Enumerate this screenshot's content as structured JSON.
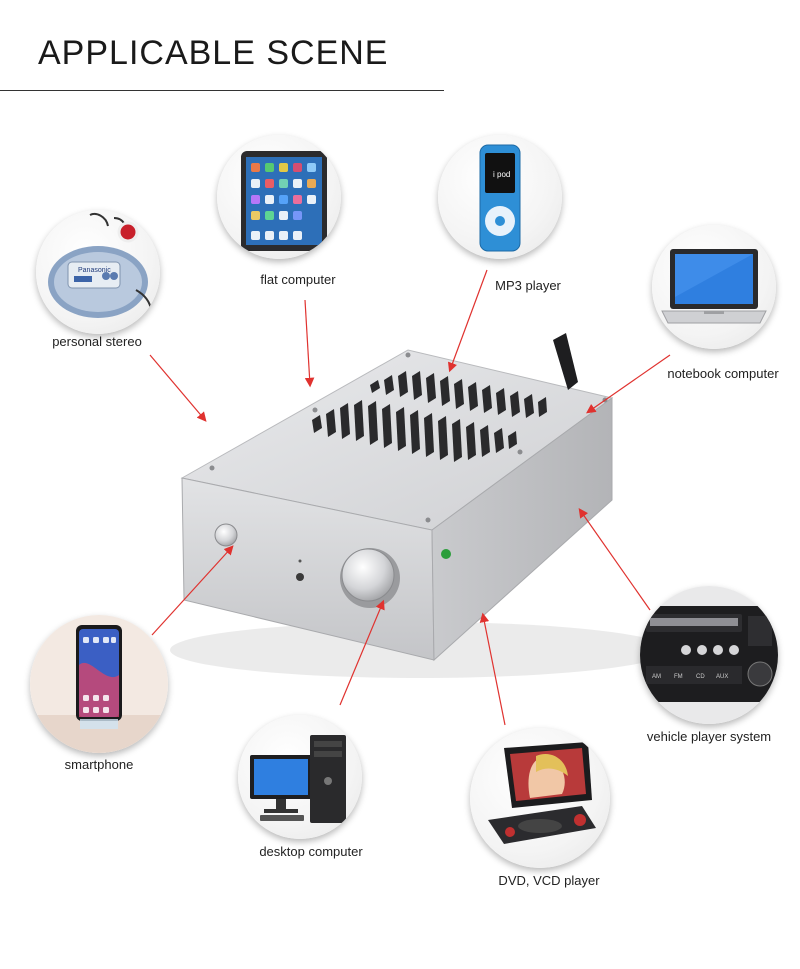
{
  "page": {
    "title": "APPLICABLE SCENE"
  },
  "devices": {
    "personal_stereo": {
      "label": "personal stereo",
      "brand": "Panasonic",
      "icon": "cd-player-icon"
    },
    "flat_computer": {
      "label": "flat computer",
      "icon": "tablet-icon"
    },
    "mp3_player": {
      "label": "MP3 player",
      "screen_text": "i pod",
      "icon": "ipod-icon"
    },
    "notebook_computer": {
      "label": "notebook computer",
      "icon": "laptop-icon"
    },
    "smartphone": {
      "label": "smartphone",
      "icon": "smartphone-icon"
    },
    "desktop_computer": {
      "label": "desktop computer",
      "icon": "desktop-computer-icon"
    },
    "dvd_vcd_player": {
      "label": "DVD, VCD player",
      "icon": "portable-dvd-icon"
    },
    "vehicle_player_system": {
      "label": "vehicle player system",
      "buttons": [
        "AM",
        "FM",
        "CD",
        "AUX"
      ],
      "icon": "car-stereo-icon"
    }
  },
  "colors": {
    "arrow": "#e0322f",
    "amp_silver": "#d9dadc",
    "title": "#1a1a1a"
  }
}
